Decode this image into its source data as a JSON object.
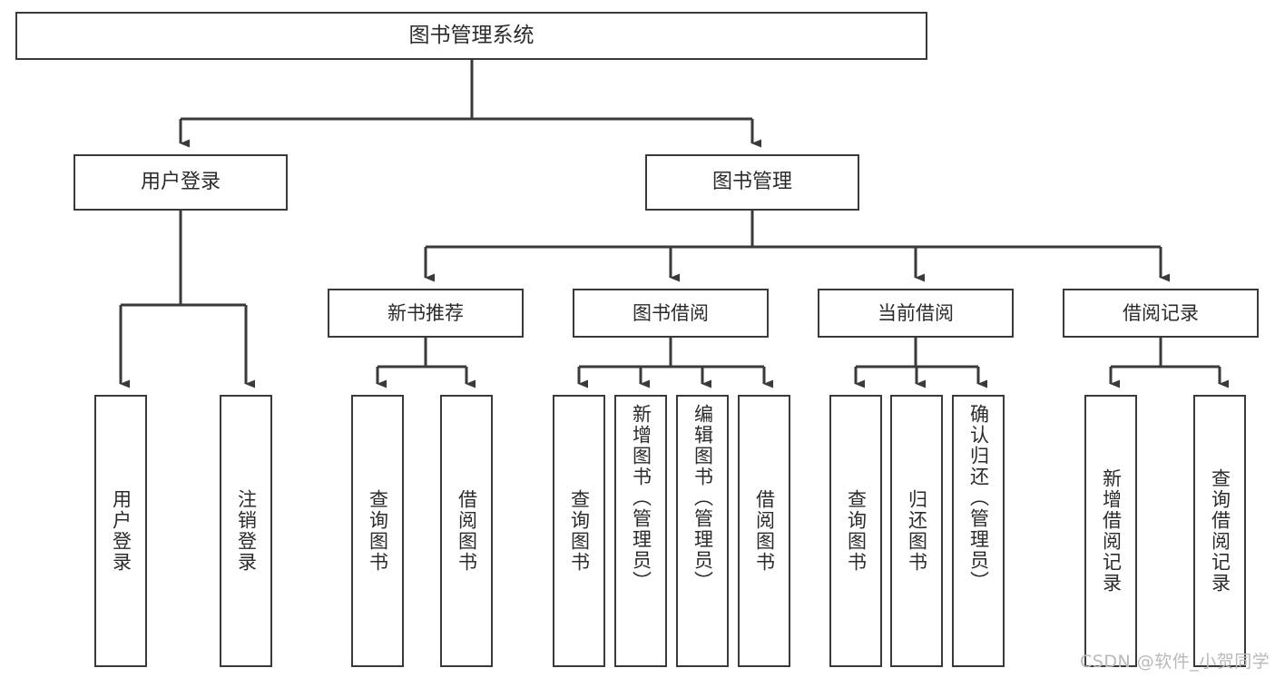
{
  "diagram": {
    "type": "tree",
    "title": "图书管理系统",
    "orientation": "top-down",
    "colors": {
      "background": "#ffffff",
      "box_border": "#3a3a3a",
      "box_fill": "#ffffff",
      "text": "#2b2b2b",
      "connector": "#3a3a3a",
      "watermark": "#b9b9b9"
    },
    "nodes": {
      "root": {
        "label": "图书管理系统",
        "level": 1
      },
      "user_login": {
        "label": "用户登录",
        "level": 2
      },
      "book_manage": {
        "label": "图书管理",
        "level": 2
      },
      "new_book_recommend": {
        "label": "新书推荐",
        "level": 3
      },
      "book_borrow": {
        "label": "图书借阅",
        "level": 3
      },
      "current_borrow": {
        "label": "当前借阅",
        "level": 3
      },
      "borrow_record": {
        "label": "借阅记录",
        "level": 3
      },
      "leaf_user_login": {
        "label": "用户登录",
        "level": 4
      },
      "leaf_logout": {
        "label": "注销登录",
        "level": 4
      },
      "leaf_query_book_1": {
        "label": "查询图书",
        "level": 4
      },
      "leaf_borrow_book_1": {
        "label": "借阅图书",
        "level": 4
      },
      "leaf_query_book_2": {
        "label": "查询图书",
        "level": 4
      },
      "leaf_add_book": {
        "label": "新增图书（管理员）",
        "level": 4
      },
      "leaf_edit_book": {
        "label": "编辑图书（管理员）",
        "level": 4
      },
      "leaf_borrow_book_2": {
        "label": "借阅图书",
        "level": 4
      },
      "leaf_query_book_3": {
        "label": "查询图书",
        "level": 4
      },
      "leaf_return_book": {
        "label": "归还图书",
        "level": 4
      },
      "leaf_confirm_return": {
        "label": "确认归还（管理员）",
        "level": 4
      },
      "leaf_add_record": {
        "label": "新增借阅记录",
        "level": 4
      },
      "leaf_query_record": {
        "label": "查询借阅记录",
        "level": 4
      }
    },
    "edges": [
      {
        "from": "root",
        "to": "user_login"
      },
      {
        "from": "root",
        "to": "book_manage"
      },
      {
        "from": "book_manage",
        "to": "new_book_recommend"
      },
      {
        "from": "book_manage",
        "to": "book_borrow"
      },
      {
        "from": "book_manage",
        "to": "current_borrow"
      },
      {
        "from": "book_manage",
        "to": "borrow_record"
      },
      {
        "from": "user_login",
        "to": "leaf_user_login"
      },
      {
        "from": "user_login",
        "to": "leaf_logout"
      },
      {
        "from": "new_book_recommend",
        "to": "leaf_query_book_1"
      },
      {
        "from": "new_book_recommend",
        "to": "leaf_borrow_book_1"
      },
      {
        "from": "book_borrow",
        "to": "leaf_query_book_2"
      },
      {
        "from": "book_borrow",
        "to": "leaf_add_book"
      },
      {
        "from": "book_borrow",
        "to": "leaf_edit_book"
      },
      {
        "from": "book_borrow",
        "to": "leaf_borrow_book_2"
      },
      {
        "from": "current_borrow",
        "to": "leaf_query_book_3"
      },
      {
        "from": "current_borrow",
        "to": "leaf_return_book"
      },
      {
        "from": "current_borrow",
        "to": "leaf_confirm_return"
      },
      {
        "from": "borrow_record",
        "to": "leaf_add_record"
      },
      {
        "from": "borrow_record",
        "to": "leaf_query_record"
      }
    ]
  },
  "watermark": {
    "text": "CSDN @软件_小贺同学"
  }
}
